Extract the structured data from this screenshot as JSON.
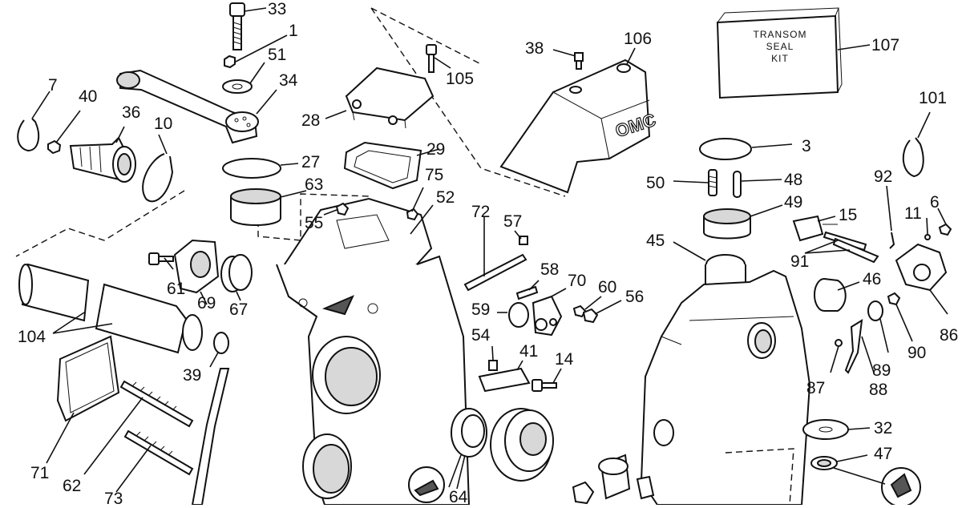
{
  "diagram": {
    "box_text": [
      "TRANSOM",
      "SEAL",
      "KIT"
    ],
    "callouts": {
      "c33": "33",
      "c1": "1",
      "c51": "51",
      "c34": "34",
      "c7": "7",
      "c40": "40",
      "c36": "36",
      "c10": "10",
      "c27": "27",
      "c63": "63",
      "c28": "28",
      "c105": "105",
      "c29": "29",
      "c75": "75",
      "c52": "52",
      "c55": "55",
      "c38": "38",
      "c106": "106",
      "c107": "107",
      "c3": "3",
      "c50": "50",
      "c48": "48",
      "c49": "49",
      "c45": "45",
      "c101": "101",
      "c92": "92",
      "c11": "11",
      "c6": "6",
      "c15": "15",
      "c91": "91",
      "c46": "46",
      "c86": "86",
      "c90": "90",
      "c89": "89",
      "c88": "88",
      "c87": "87",
      "c32": "32",
      "c47": "47",
      "c72": "72",
      "c57": "57",
      "c58": "58",
      "c70": "70",
      "c60": "60",
      "c56": "56",
      "c59": "59",
      "c54": "54",
      "c41": "41",
      "c14": "14",
      "c61": "61",
      "c69": "69",
      "c67": "67",
      "c104": "104",
      "c39": "39",
      "c71": "71",
      "c62": "62",
      "c73": "73",
      "c64": "64"
    }
  }
}
